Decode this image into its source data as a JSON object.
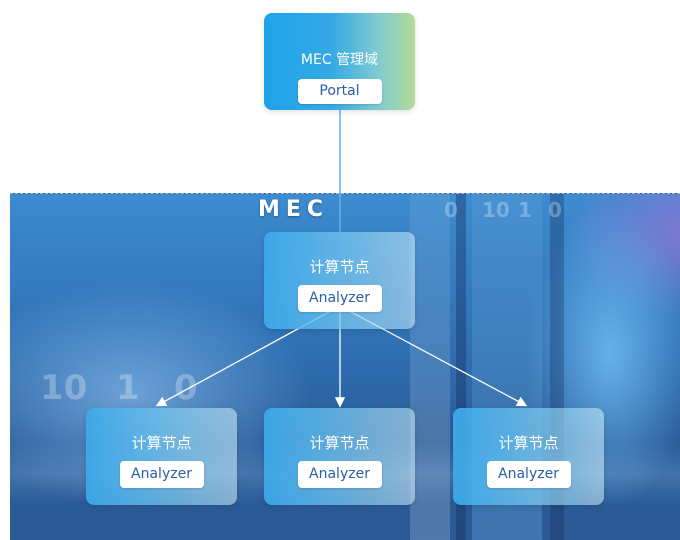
{
  "domain_title": "MEC 管理域",
  "portal_label": "Portal",
  "mec_label": "MEC",
  "background_digits": [
    "0",
    "10",
    "1",
    "0",
    "10",
    "1",
    "0"
  ],
  "nodes": {
    "center": {
      "title": "计算节点",
      "label": "Analyzer"
    },
    "left": {
      "title": "计算节点",
      "label": "Analyzer"
    },
    "middle": {
      "title": "计算节点",
      "label": "Analyzer"
    },
    "right": {
      "title": "计算节点",
      "label": "Analyzer"
    }
  },
  "colors": {
    "accent_blue": "#1fa2ea",
    "accent_green": "#b3dc97",
    "pill_text": "#2a5ea8",
    "background_blue": "#2f6fb2"
  }
}
